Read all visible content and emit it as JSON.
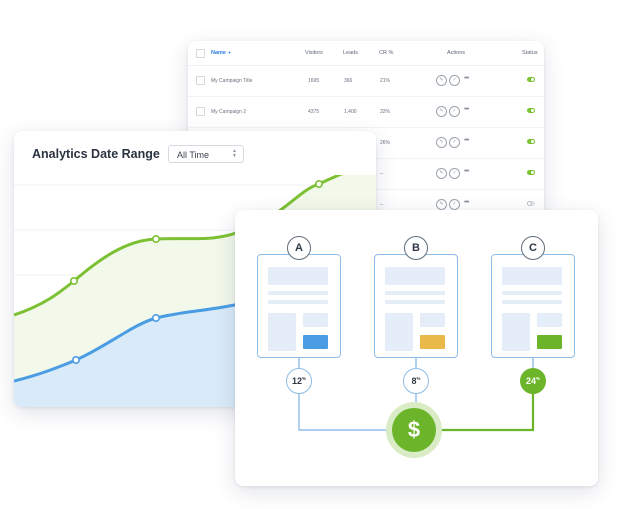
{
  "table": {
    "columns": {
      "name": "Name",
      "visitors": "Visitors",
      "leads": "Leads",
      "cr": "CR %",
      "actions": "Actions",
      "status": "Status"
    },
    "sort_icon": "chevron-down-icon",
    "rows": [
      {
        "name": "My Campaign Title",
        "visitors": "1695",
        "leads": "366",
        "cr": "21%",
        "status": "on"
      },
      {
        "name": "My Campaign 2",
        "visitors": "4375",
        "leads": "1,400",
        "cr": "32%",
        "status": "on"
      },
      {
        "name": "",
        "visitors": "",
        "leads": "",
        "cr": "26%",
        "status": "on"
      },
      {
        "name": "",
        "visitors": "",
        "leads": "",
        "cr": "--",
        "status": "on"
      },
      {
        "name": "",
        "visitors": "",
        "leads": "",
        "cr": "--",
        "status": "off"
      }
    ],
    "action_icons": [
      "edit-icon",
      "check-icon",
      "more-icon"
    ],
    "more_glyph": "•••"
  },
  "analytics": {
    "title": "Analytics Date Range",
    "range_value": "All Time",
    "range_chevrons": "▲▼",
    "colors": {
      "green": "#7cc133",
      "blue": "#4a9de3"
    }
  },
  "abtest": {
    "variants": [
      {
        "letter": "A",
        "rate": "12",
        "unit": "%",
        "button_color": "#4a9de3",
        "winner": false
      },
      {
        "letter": "B",
        "rate": "8",
        "unit": "%",
        "button_color": "#e9b949",
        "winner": false
      },
      {
        "letter": "C",
        "rate": "24",
        "unit": "%",
        "button_color": "#6cb52b",
        "winner": true
      }
    ],
    "dollar_symbol": "$"
  }
}
